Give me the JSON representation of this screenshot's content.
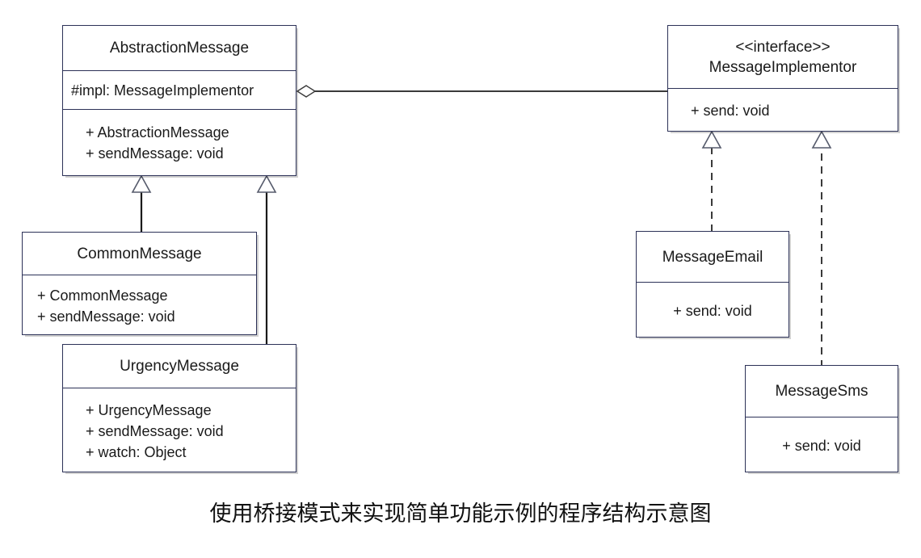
{
  "diagram": {
    "caption": "使用桥接模式来实现简单功能示例的程序结构示意图",
    "line_color": "#2c3157",
    "connector_color": "#3a3a3a",
    "background": "#ffffff",
    "classes": [
      {
        "id": "abstraction-message",
        "name": "AbstractionMessage",
        "stereotype": "",
        "attributes": [
          "#impl: MessageImplementor"
        ],
        "operations": [
          "+ AbstractionMessage",
          "+ sendMessage: void"
        ]
      },
      {
        "id": "message-implementor",
        "name": "MessageImplementor",
        "stereotype": "<<interface>>",
        "attributes": [],
        "operations": [
          "+ send: void"
        ]
      },
      {
        "id": "common-message",
        "name": "CommonMessage",
        "stereotype": "",
        "attributes": [],
        "operations": [
          "+ CommonMessage",
          "+ sendMessage: void"
        ]
      },
      {
        "id": "urgency-message",
        "name": "UrgencyMessage",
        "stereotype": "",
        "attributes": [],
        "operations": [
          "+ UrgencyMessage",
          "+ sendMessage: void",
          "+ watch: Object"
        ]
      },
      {
        "id": "message-email",
        "name": "MessageEmail",
        "stereotype": "",
        "attributes": [],
        "operations": [
          "+ send: void"
        ]
      },
      {
        "id": "message-sms",
        "name": "MessageSms",
        "stereotype": "",
        "attributes": [],
        "operations": [
          "+ send: void"
        ]
      }
    ],
    "relations": [
      {
        "id": "aggregation-abstraction-implementor",
        "type": "aggregation",
        "from": "AbstractionMessage",
        "to": "MessageImplementor",
        "style": "solid",
        "head": "hollow-diamond"
      },
      {
        "id": "generalization-common-abstraction",
        "type": "generalization",
        "from": "CommonMessage",
        "to": "AbstractionMessage",
        "style": "solid",
        "head": "hollow-triangle"
      },
      {
        "id": "generalization-urgency-abstraction",
        "type": "generalization",
        "from": "UrgencyMessage",
        "to": "AbstractionMessage",
        "style": "solid",
        "head": "hollow-triangle"
      },
      {
        "id": "realization-email-implementor",
        "type": "realization",
        "from": "MessageEmail",
        "to": "MessageImplementor",
        "style": "dashed",
        "head": "hollow-triangle"
      },
      {
        "id": "realization-sms-implementor",
        "type": "realization",
        "from": "MessageSms",
        "to": "MessageImplementor",
        "style": "dashed",
        "head": "hollow-triangle"
      }
    ]
  }
}
